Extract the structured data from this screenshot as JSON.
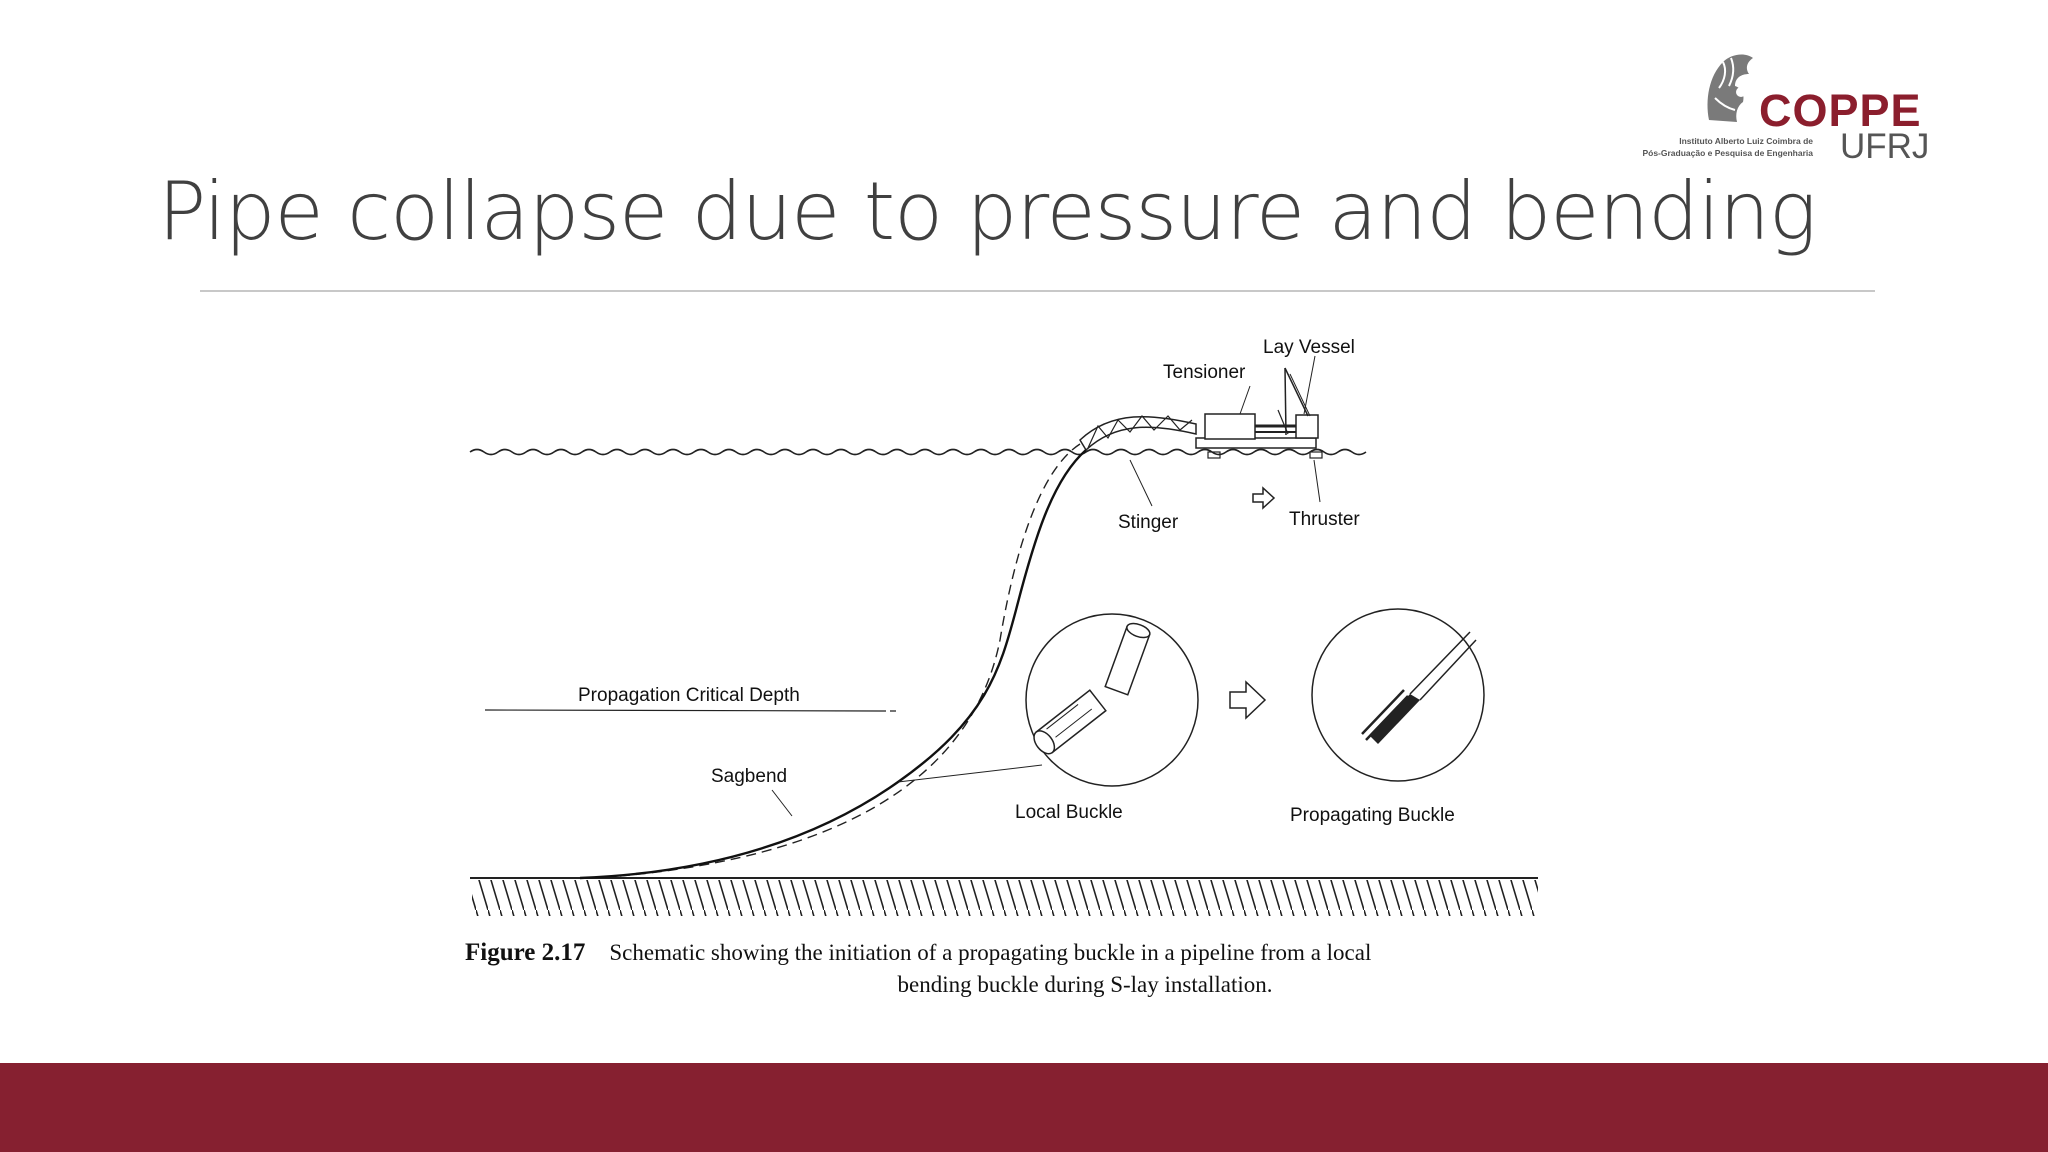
{
  "slide": {
    "title": "Pipe collapse due to pressure and bending"
  },
  "logo": {
    "name": "COPPE",
    "subtitle_line1": "Instituto Alberto Luiz Coimbra de",
    "subtitle_line2": "Pós-Graduação e Pesquisa de Engenharia",
    "university": "UFRJ"
  },
  "diagram": {
    "labels": {
      "lay_vessel": "Lay Vessel",
      "tensioner": "Tensioner",
      "stinger": "Stinger",
      "thruster": "Thruster",
      "propagation_critical_depth": "Propagation Critical Depth",
      "sagbend": "Sagbend",
      "local_buckle": "Local Buckle",
      "propagating_buckle": "Propagating Buckle"
    }
  },
  "caption": {
    "label": "Figure 2.17",
    "line1": "Schematic showing the initiation of a propagating buckle in a pipeline from a local",
    "line2": "bending buckle during S-lay installation."
  },
  "colors": {
    "brand": "#8b1e2d",
    "footer": "#862030",
    "title_text": "#404040"
  }
}
